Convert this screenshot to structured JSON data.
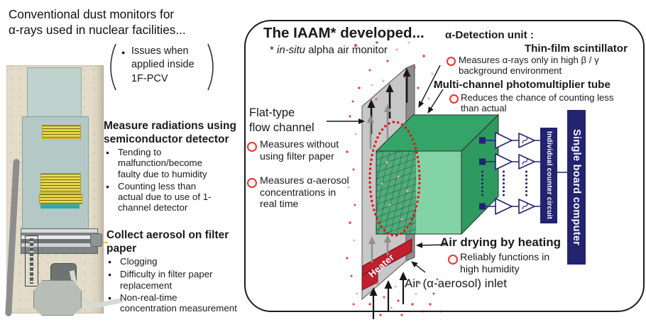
{
  "colors": {
    "accent_red": "#e8362e",
    "navy": "#232370",
    "heater_red": "#c01f2e",
    "green_top": "#35a468",
    "green_side": "#2f9a60",
    "green_front": "#84d3a6",
    "mesh_green": "#51ab7d",
    "yellow": "#f2d600",
    "dot_red": "#e04545",
    "dot_pink": "#f2b0b0"
  },
  "left": {
    "title": [
      "Conventional dust monitors for",
      "α-rays used in nuclear facilities..."
    ],
    "note": {
      "bullet": "●",
      "lines": [
        "Issues when",
        "applied inside",
        "1F-PCV"
      ]
    },
    "semiconductor": {
      "heading": [
        "Measure radiations using",
        "semiconductor detector"
      ],
      "bullet_glyph": "●",
      "bullets": [
        [
          "Tending to",
          "malfunction/become",
          "faulty due to humidity"
        ],
        [
          "Counting less than",
          "actual due to use of 1-",
          "channel detector"
        ]
      ]
    },
    "filter": {
      "heading": [
        "Collect aerosol on filter",
        "paper"
      ],
      "bullet_glyph": "●",
      "bullets": [
        [
          "Clogging"
        ],
        [
          "Difficulty in filter paper",
          "replacement"
        ],
        [
          "Non-real-time",
          "concentration measurement"
        ]
      ]
    }
  },
  "panel": {
    "title": "The IAAM* developed...",
    "subtitle": {
      "prefix": "* ",
      "italic": "in-situ",
      "rest": " alpha air monitor"
    },
    "detection": {
      "heading": "α-Detection unit :",
      "sub_heading": "Thin-film scintillator",
      "bullet": [
        "Measures α-rays only in high β / γ",
        "background environment"
      ]
    },
    "photomultiplier": {
      "heading": "Multi-channel photomultiplier tube",
      "bullet": [
        "Reduces the chance of counting less",
        "than actual"
      ]
    },
    "flow": {
      "label": [
        "Flat-type",
        "flow channel"
      ],
      "bullet1": [
        "Measures without",
        "using filter paper"
      ],
      "bullet2": [
        "Measures α-aerosol",
        "concentrations in",
        "real time"
      ]
    },
    "drying": {
      "heading": "Air drying by heating",
      "bullet": [
        "Reliably functions in",
        "high humidity"
      ]
    },
    "inlet_label": "Air (α-aerosol) inlet",
    "heater_label": "Heater",
    "counter_box_label": "Individual counter circuit",
    "computer_box_label": "Single board computer"
  }
}
